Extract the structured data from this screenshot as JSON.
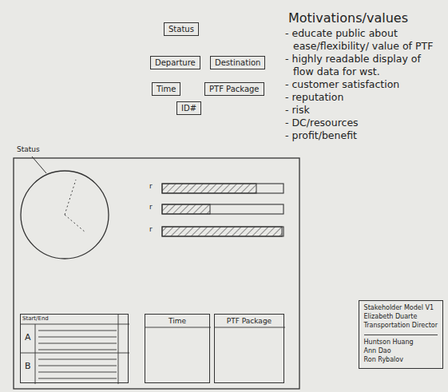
{
  "diagram": {
    "nodes": [
      {
        "text": [
          "Status"
        ]
      },
      {
        "text": [
          "Departure"
        ]
      },
      {
        "text": [
          "Destination"
        ]
      },
      {
        "text": [
          "Time"
        ]
      },
      {
        "text": [
          "PTF Package"
        ]
      },
      {
        "text": [
          "ID#"
        ]
      },
      {
        "text": [
          "Status"
        ]
      },
      {
        "text": [
          "Start/End",
          "A",
          "B"
        ]
      },
      {
        "text": [
          "Time"
        ]
      },
      {
        "text": [
          "PTF Package"
        ]
      },
      {
        "text": [
          "Stakeholder Model V1",
          "Elizabeth Duarte",
          "Transportation Director",
          "Huntson Huang",
          "Ann Dao",
          "Ron Rybalov"
        ]
      }
    ],
    "labels": [
      "Motivations/values",
      "- educate public about ease/flexibility/ value of PTF",
      "- highly readable display of flow data for wst.",
      "- customer satisfaction",
      "- reputation",
      "- risk",
      "- DC/resources",
      "- profit/benefit",
      "r",
      "r",
      "r"
    ]
  }
}
